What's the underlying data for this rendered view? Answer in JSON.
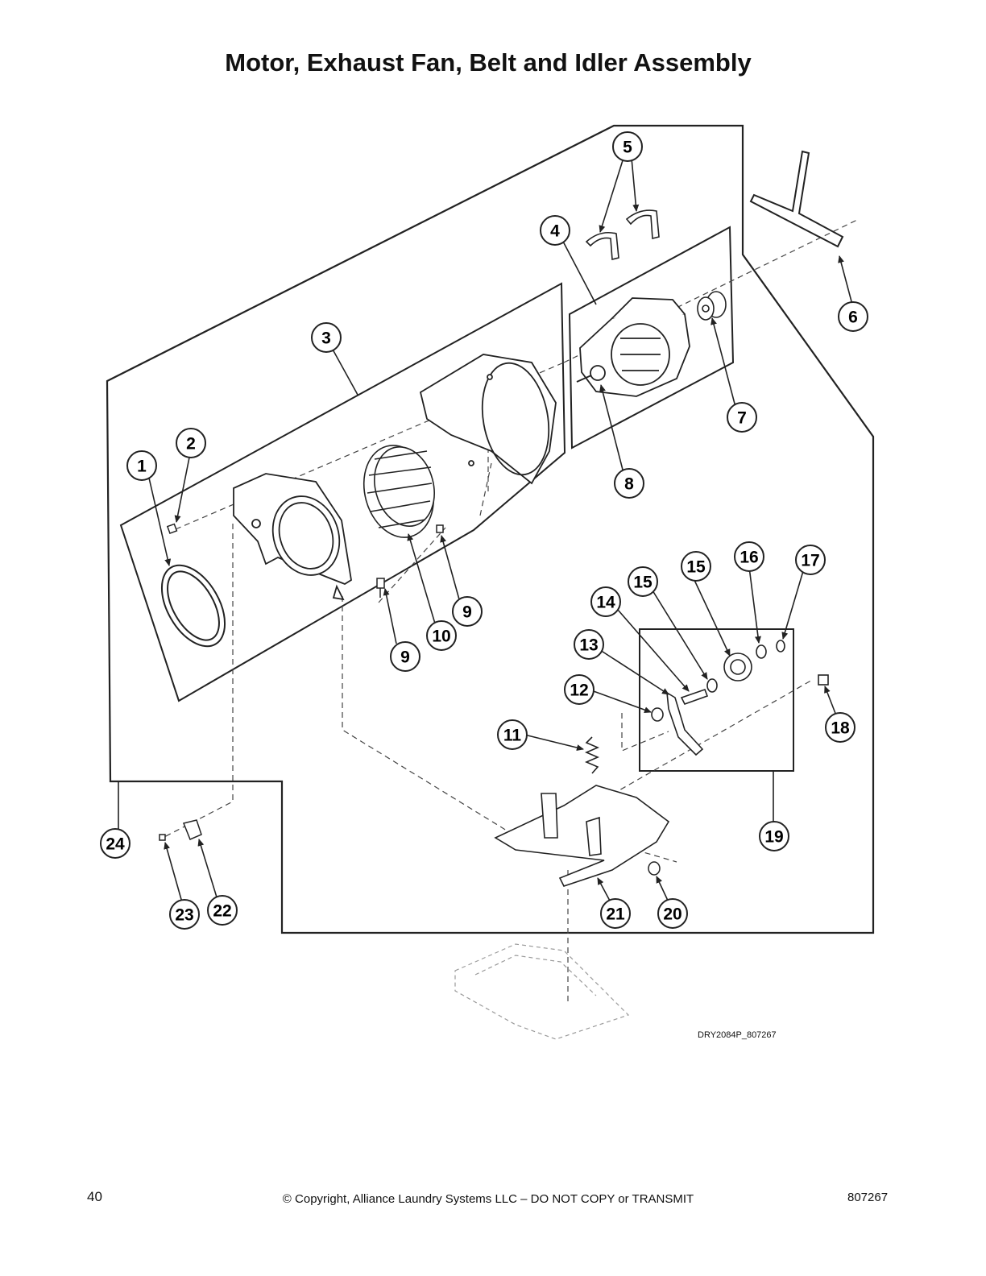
{
  "title": "Motor, Exhaust Fan, Belt and Idler Assembly",
  "diagram_id": "DRY2084P_807267",
  "footer": {
    "page_number": "40",
    "copyright": "© Copyright, Alliance Laundry Systems LLC – DO NOT COPY or TRANSMIT",
    "doc_number": "807267"
  },
  "callouts": [
    "1",
    "2",
    "3",
    "4",
    "5",
    "6",
    "7",
    "8",
    "9",
    "9",
    "10",
    "11",
    "12",
    "13",
    "14",
    "15",
    "15",
    "16",
    "17",
    "18",
    "19",
    "20",
    "21",
    "22",
    "23",
    "24"
  ],
  "colors": {
    "line": "#222222",
    "dash": "#444444",
    "ghost": "#9a9a9a",
    "fill": "#ffffff"
  }
}
